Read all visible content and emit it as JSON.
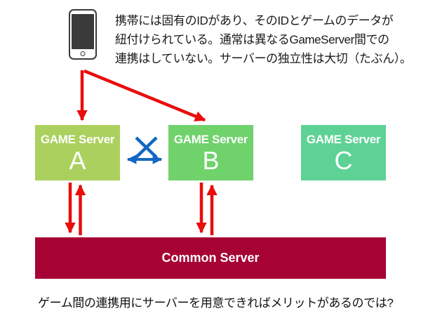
{
  "top_note": {
    "line1": "携帯には固有のIDがあり、そのIDとゲームのデータが",
    "line2": "紐付けられている。通常は異なるGameServer間での",
    "line3": "連携はしていない。サーバーの独立性は大切（たぶん）。"
  },
  "servers": [
    {
      "label": "GAME Server",
      "letter": "A"
    },
    {
      "label": "GAME Server",
      "letter": "B"
    },
    {
      "label": "GAME Server",
      "letter": "C"
    }
  ],
  "common_server": {
    "label": "Common Server"
  },
  "bottom_note": "ゲーム間の連携用にサーバーを用意できればメリットがあるのでは?",
  "icons": {
    "phone": "smartphone-icon",
    "cross": "no-link-cross-icon",
    "red_arrows": "phone-to-server-arrows",
    "blue_double_arrow": "server-a-b-link-arrow"
  },
  "colors": {
    "server_a": "#abd05e",
    "server_b": "#6fd26b",
    "server_c": "#5ed295",
    "common_server": "#a60234",
    "arrow_red": "#e90d0c",
    "arrow_blue": "#1168c2",
    "phone_outline": "#3a3a3a",
    "text": "#1a1a1a",
    "background": "#ffffff"
  }
}
